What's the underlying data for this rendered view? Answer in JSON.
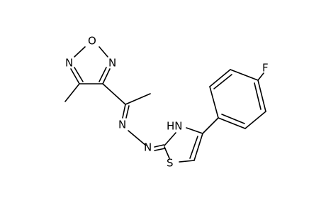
{
  "molecule": {
    "atoms": {
      "oxadiazole_o": "O",
      "oxadiazole_n_left": "N",
      "oxadiazole_n_right": "N",
      "hydrazone_n1": "N",
      "hydrazone_n2": "N",
      "thiazole_nh": "HN",
      "thiazole_s": "S",
      "fluorine": "F"
    }
  }
}
